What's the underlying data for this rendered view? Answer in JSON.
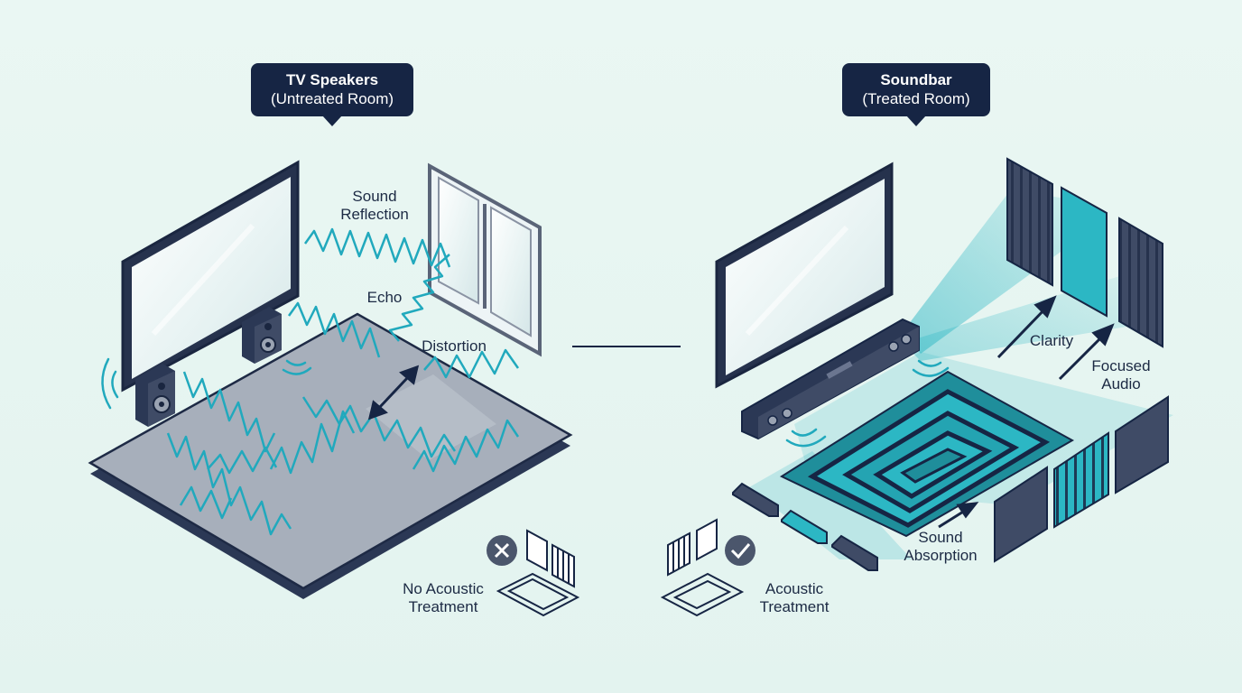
{
  "left_panel": {
    "header_title": "TV Speakers",
    "header_subtitle": "(Untreated Room)",
    "label_sound_reflection_1": "Sound",
    "label_sound_reflection_2": "Reflection",
    "label_echo": "Echo",
    "label_distortion": "Distortion",
    "legend_line_1": "No Acoustic",
    "legend_line_2": "Treatment",
    "legend_status_icon": "x-circle-icon"
  },
  "right_panel": {
    "header_title": "Soundbar",
    "header_subtitle": "(Treated Room)",
    "label_clarity": "Clarity",
    "label_focused_1": "Focused",
    "label_focused_2": "Audio",
    "label_absorption_1": "Sound",
    "label_absorption_2": "Absorption",
    "legend_line_1": "Acoustic",
    "legend_line_2": "Treatment",
    "legend_status_icon": "check-circle-icon"
  },
  "colors": {
    "background": "#e6f5f1",
    "navy": "#162544",
    "wave_teal": "#21a9bd",
    "panel_teal": "#2cb7c4",
    "floor_gray": "#a9b0bb"
  }
}
